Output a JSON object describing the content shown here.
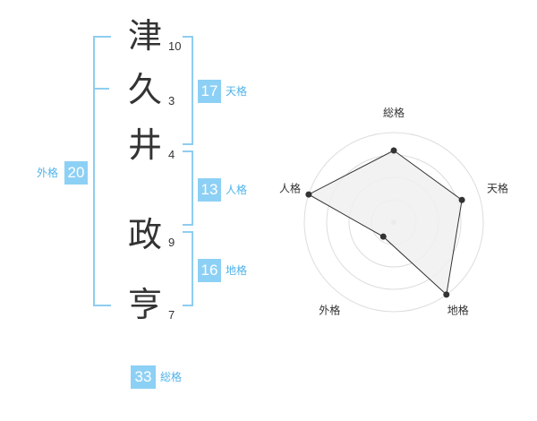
{
  "name": {
    "characters": [
      {
        "char": "津",
        "strokes": "10"
      },
      {
        "char": "久",
        "strokes": "3"
      },
      {
        "char": "井",
        "strokes": "4"
      },
      {
        "char": "政",
        "strokes": "9"
      },
      {
        "char": "亨",
        "strokes": "7"
      }
    ]
  },
  "fortunes": {
    "tenkaku": {
      "value": "17",
      "label": "天格"
    },
    "jinkaku": {
      "value": "13",
      "label": "人格"
    },
    "chikaku": {
      "value": "16",
      "label": "地格"
    },
    "gaikaku": {
      "value": "20",
      "label": "外格"
    },
    "soukaku": {
      "value": "33",
      "label": "総格"
    }
  },
  "chart_data": {
    "type": "radar",
    "axes": [
      "総格",
      "天格",
      "地格",
      "外格",
      "人格"
    ],
    "values": [
      4,
      4,
      5,
      1,
      5
    ],
    "max": 5,
    "rings": 4,
    "colors": {
      "fill": "#f0f0f0",
      "stroke": "#333333",
      "ring": "#dddddd",
      "point": "#333333",
      "center": "#cccccc"
    }
  }
}
